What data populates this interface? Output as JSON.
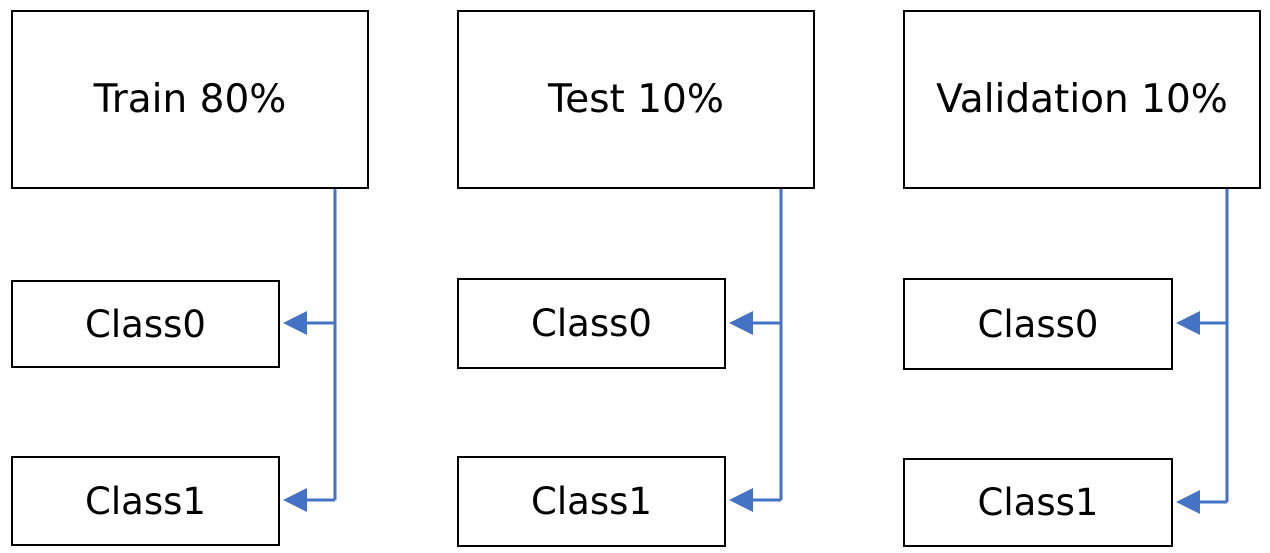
{
  "connector_color": "#4472C4",
  "groups": [
    {
      "title": "Train 80%",
      "class0": "Class0",
      "class1": "Class1"
    },
    {
      "title": "Test 10%",
      "class0": "Class0",
      "class1": "Class1"
    },
    {
      "title": "Validation 10%",
      "class0": "Class0",
      "class1": "Class1"
    }
  ]
}
